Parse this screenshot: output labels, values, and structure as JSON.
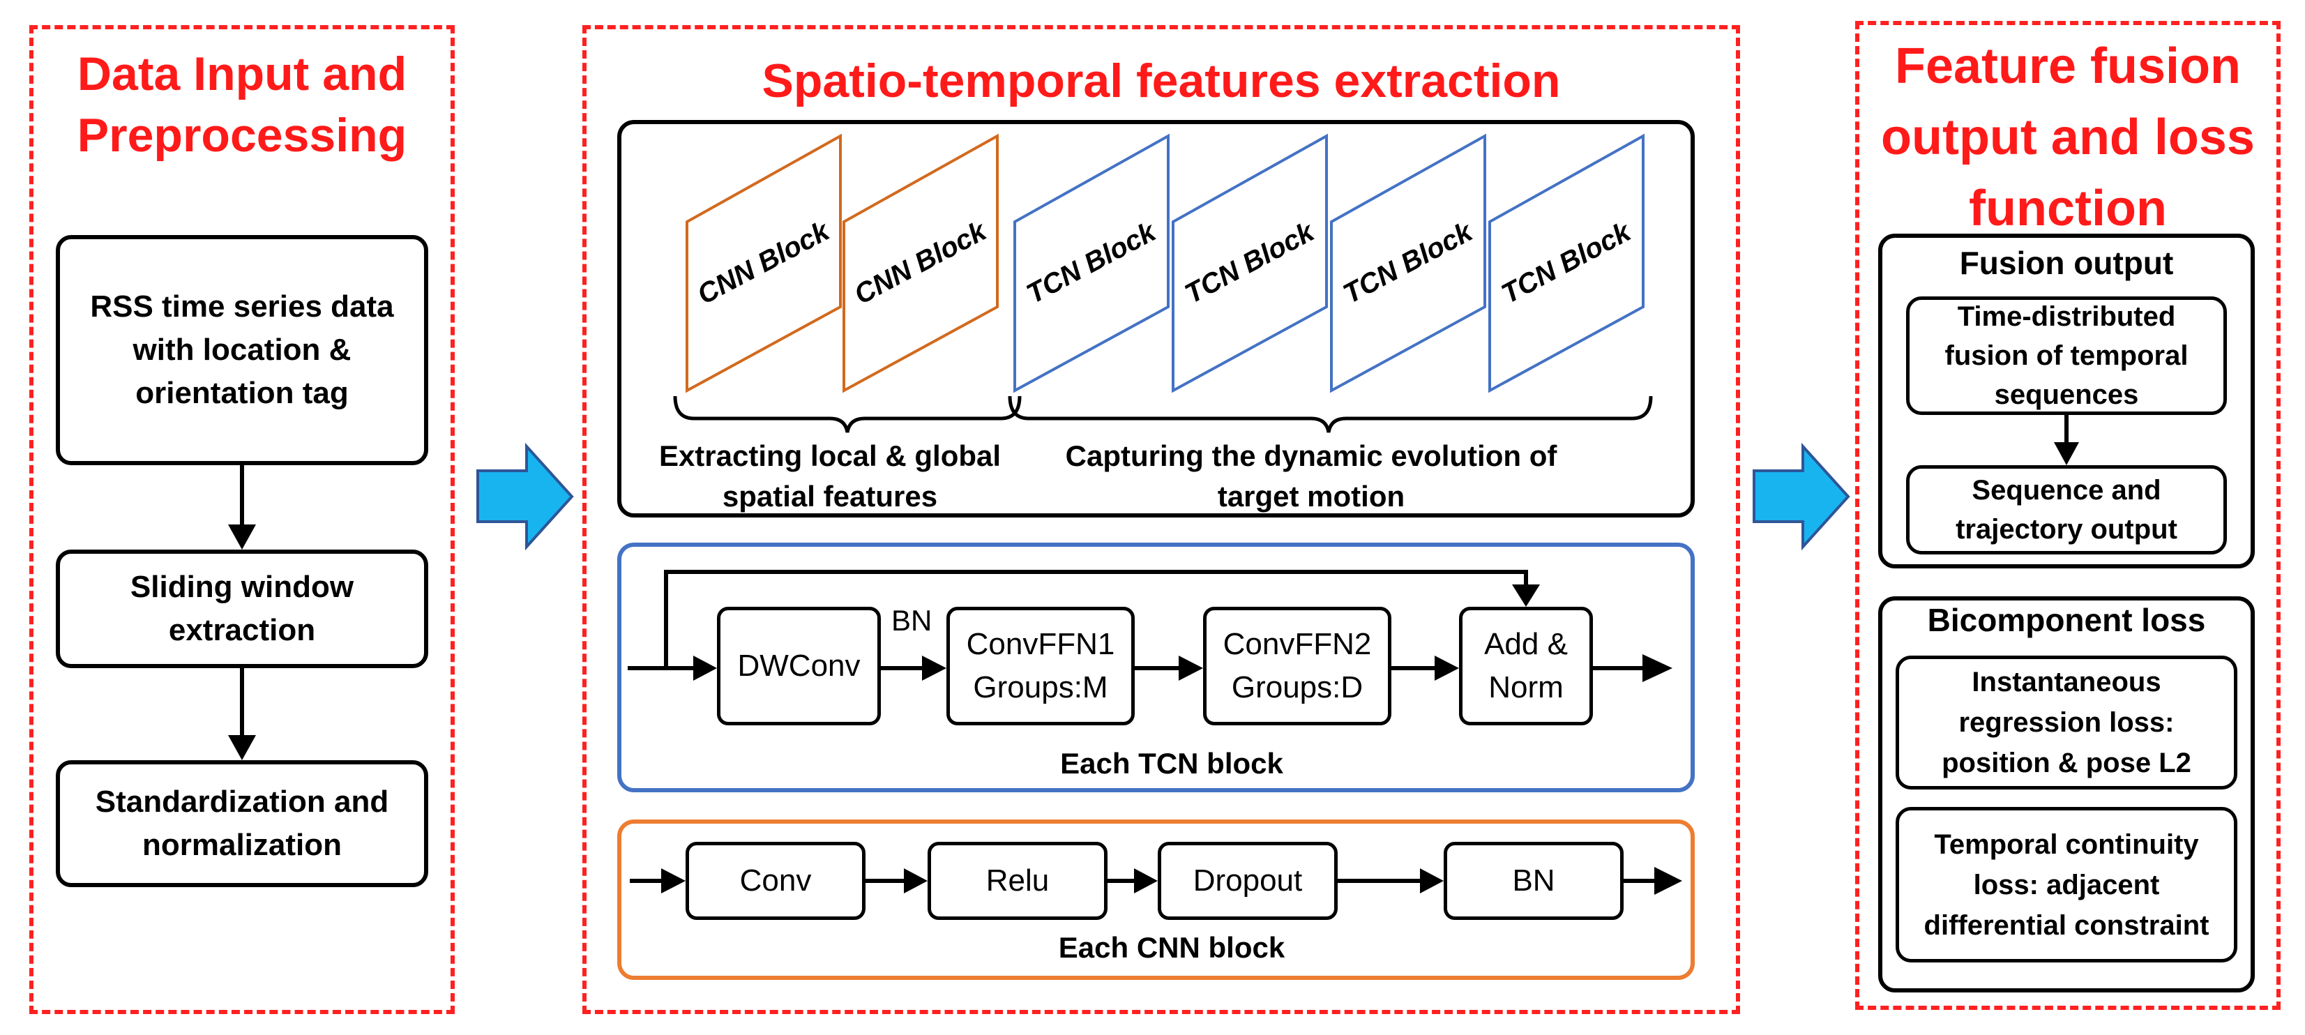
{
  "left_panel": {
    "title_line1": "Data Input and",
    "title_line2": "Preprocessing",
    "steps": [
      "RSS time series data with location & orientation tag",
      "Sliding window extraction",
      "Standardization and normalization"
    ]
  },
  "middle_panel": {
    "title": "Spatio-temporal features extraction",
    "cnn_block_label": "CNN Block",
    "tcn_block_label": "TCN Block",
    "cnn_caption": "Extracting local & global spatial features",
    "tcn_caption": "Capturing the dynamic evolution of target motion",
    "tcn_detail": {
      "dwconv": "DWConv",
      "bn": "BN",
      "ffn1_line1": "ConvFFN1",
      "ffn1_line2": "Groups:M",
      "ffn2_line1": "ConvFFN2",
      "ffn2_line2": "Groups:D",
      "addnorm_line1": "Add &",
      "addnorm_line2": "Norm",
      "caption": "Each TCN block"
    },
    "cnn_detail": {
      "conv": "Conv",
      "relu": "Relu",
      "dropout": "Dropout",
      "bn": "BN",
      "caption": "Each CNN block"
    }
  },
  "right_panel": {
    "title_line1": "Feature fusion",
    "title_line2": "output and loss",
    "title_line3": "function",
    "fusion_output": {
      "heading": "Fusion output",
      "box1": "Time-distributed fusion of temporal sequences",
      "box2": "Sequence and trajectory output"
    },
    "bicomponent_loss": {
      "heading": "Bicomponent loss",
      "box1": "Instantaneous regression loss: position & pose L2",
      "box2": "Temporal continuity loss: adjacent differential constraint"
    }
  },
  "colors": {
    "dashed_border": "#ff2020",
    "title_red": "#ff1a1a",
    "cnn_orange": "#d2691e",
    "tcn_blue": "#4472c4",
    "arrow_fill": "#18b4f0",
    "arrow_stroke": "#2f5597"
  }
}
